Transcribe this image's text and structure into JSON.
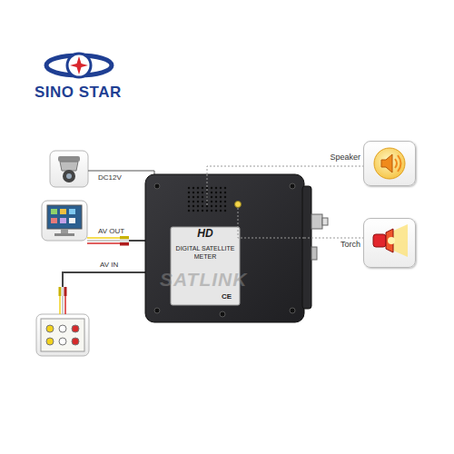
{
  "diagram": {
    "nodes": [
      {
        "text": [
          "HD",
          "DIGITAL SATELLITE METER"
        ]
      },
      {
        "text": [
          "Speaker"
        ]
      },
      {
        "text": [
          "Torch"
        ]
      }
    ],
    "edges": [
      {
        "from": 0,
        "to": 1,
        "arrow": "none"
      },
      {
        "from": 0,
        "to": 2,
        "arrow": "none"
      }
    ],
    "labels": [
      "SINO STAR",
      "DC12V",
      "AV OUT",
      "AV IN",
      "SATLINK",
      "CE"
    ]
  }
}
